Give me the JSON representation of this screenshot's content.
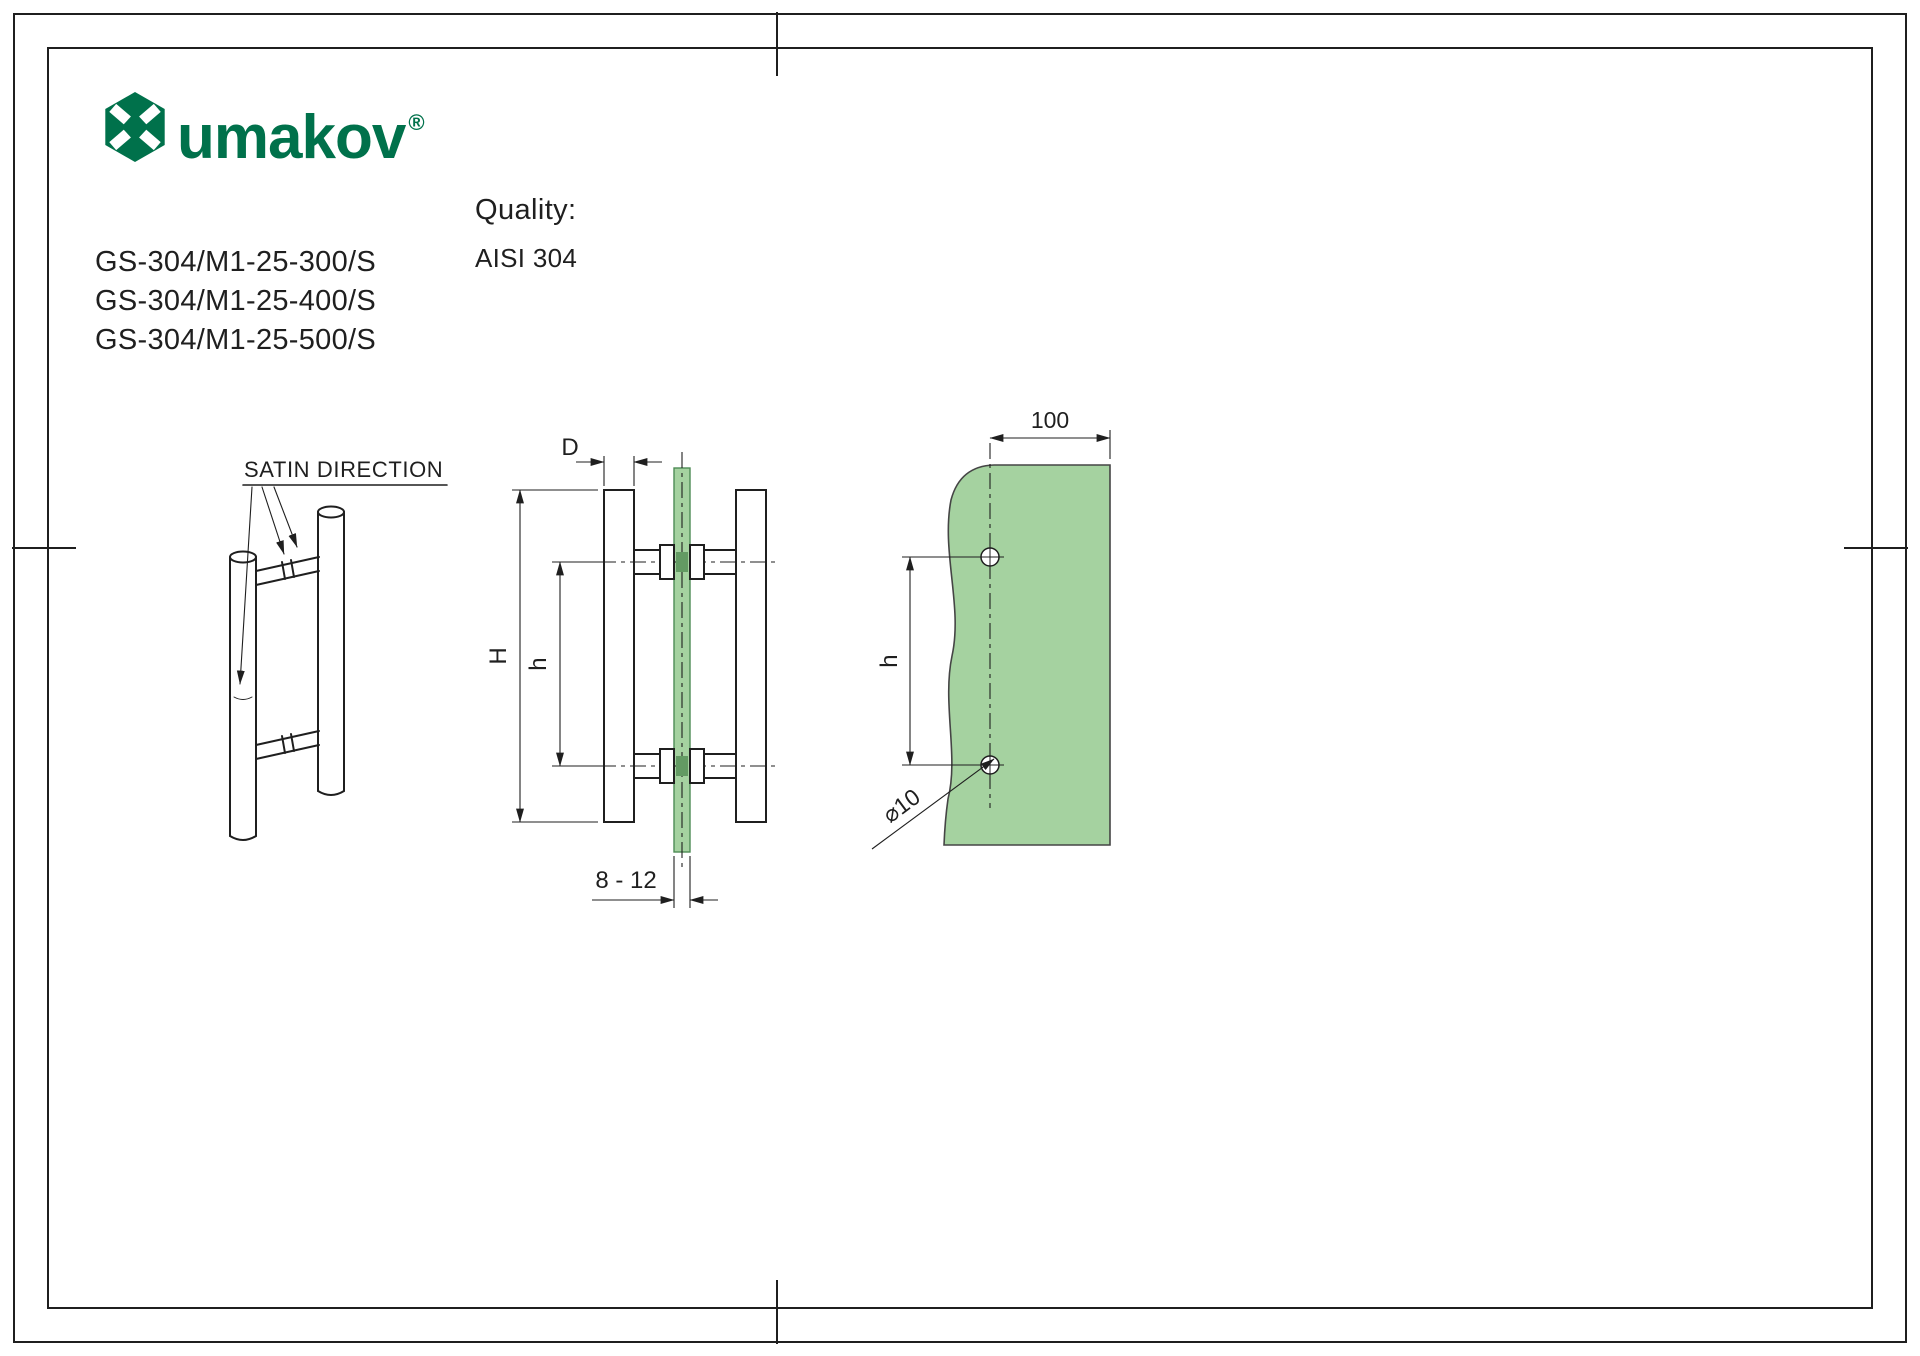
{
  "logo": {
    "brand": "umakov",
    "registered": "®"
  },
  "product": {
    "codes": [
      "GS-304/M1-25-300/S",
      "GS-304/M1-25-400/S",
      "GS-304/M1-25-500/S"
    ],
    "quality_label": "Quality:",
    "quality_value": "AISI 304"
  },
  "drawing": {
    "satin_direction_label": "SATIN DIRECTION",
    "front_view": {
      "dim_D": "D",
      "dim_H": "H",
      "dim_h": "h",
      "dim_glass_thickness": "8 - 12"
    },
    "panel_view": {
      "dim_edge_distance": "100",
      "dim_h": "h",
      "dim_hole_diameter": "⌀10"
    }
  },
  "colors": {
    "brand_green": "#00714B",
    "glass_green": "#A5D2A0",
    "line": "#1F1F1F"
  }
}
